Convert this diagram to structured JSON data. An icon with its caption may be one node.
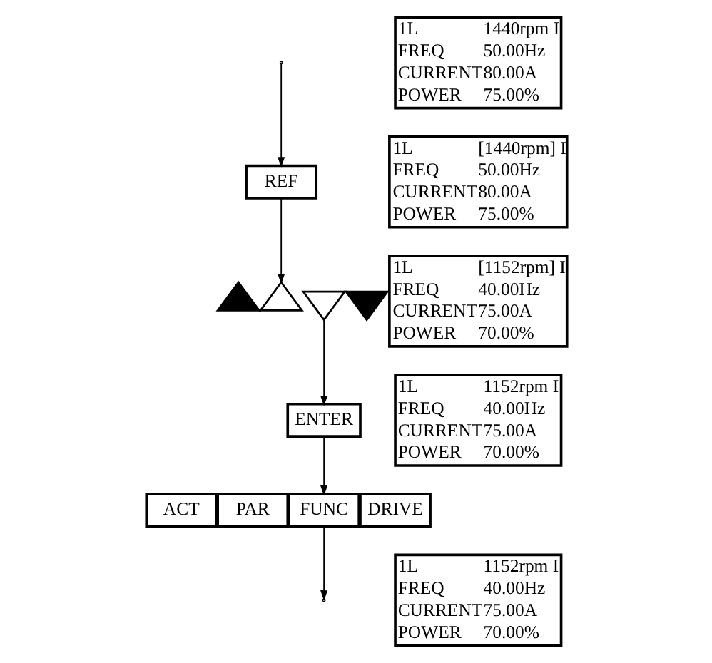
{
  "diagram": {
    "nodes": [
      {
        "text": [
          "REF"
        ]
      },
      {
        "text": [],
        "shape": "triangle"
      },
      {
        "text": [],
        "shape": "triangle"
      },
      {
        "text": [],
        "shape": "invtriangle"
      },
      {
        "text": [],
        "shape": "invtriangle"
      },
      {
        "text": [
          "ENTER"
        ]
      },
      {
        "text": [
          "ACT"
        ]
      },
      {
        "text": [
          "PAR"
        ]
      },
      {
        "text": [
          "FUNC"
        ]
      },
      {
        "text": [
          "DRIVE"
        ]
      },
      {
        "text": [
          "1L",
          "1440rpm I",
          "FREQ",
          "50.00Hz",
          "CURRENT",
          "80.00A",
          "POWER",
          "75.00%"
        ]
      },
      {
        "text": [
          "1L",
          "[1440rpm] I",
          "FREQ",
          "50.00Hz",
          "CURRENT",
          "80.00A",
          "POWER",
          "75.00%"
        ]
      },
      {
        "text": [
          "1L",
          "[1152rpm] I",
          "FREQ",
          "40.00Hz",
          "CURRENT",
          "75.00A",
          "POWER",
          "70.00%"
        ]
      },
      {
        "text": [
          "1L",
          "1152rpm I",
          "FREQ",
          "40.00Hz",
          "CURRENT",
          "75.00A",
          "POWER",
          "70.00%"
        ]
      },
      {
        "text": [
          "1L",
          "1152rpm I",
          "FREQ",
          "40.00Hz",
          "CURRENT",
          "75.00A",
          "POWER",
          "70.00%"
        ]
      }
    ],
    "edges": [
      {
        "from": null,
        "to": 0,
        "arrow": "to"
      },
      {
        "from": 0,
        "to": 2,
        "arrow": "to"
      },
      {
        "from": 3,
        "to": 5,
        "arrow": "to"
      },
      {
        "from": 5,
        "to": 8,
        "arrow": "to"
      },
      {
        "from": 8,
        "to": null,
        "arrow": "to"
      }
    ]
  }
}
